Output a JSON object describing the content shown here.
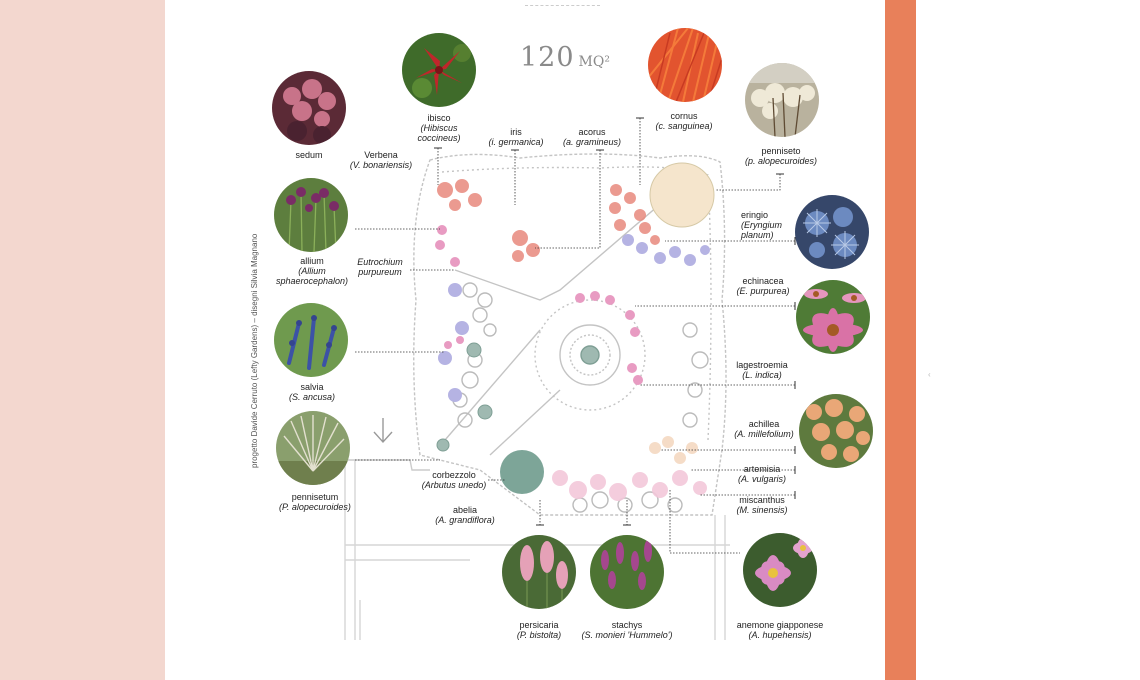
{
  "title": {
    "number": "120",
    "unit": "MQ²"
  },
  "credit": "progetto Davide Cerruto (Lefty Gardens) – disegni Silvia Magnano",
  "colors": {
    "left_strip": "#f3d7cf",
    "right_strip": "#e8805a",
    "plan_gray": "#b5b5b5",
    "pink": "#e89bc2",
    "lavender": "#b5b3e3",
    "sage": "#6f9b8d",
    "coral": "#e8897d"
  },
  "plants": [
    {
      "id": "sedum",
      "name": "sedum",
      "latin": ""
    },
    {
      "id": "ibisco",
      "name": "ibisco",
      "latin": "(Hibiscus coccineus)"
    },
    {
      "id": "cornus",
      "name": "cornus",
      "latin": "(c. sanguinea)"
    },
    {
      "id": "penniseto",
      "name": "penniseto",
      "latin": "(p. alopecuroides)"
    },
    {
      "id": "verbena",
      "name": "Verbena",
      "latin": "(V. bonariensis)"
    },
    {
      "id": "iris",
      "name": "iris",
      "latin": "(i. germanica)"
    },
    {
      "id": "acorus",
      "name": "acorus",
      "latin": "(a. gramineus)"
    },
    {
      "id": "allium",
      "name": "allium",
      "latin": "(Allium sphaerocephalon)"
    },
    {
      "id": "eutrochium",
      "name": "Eutrochium",
      "latin": "purpureum"
    },
    {
      "id": "eringio",
      "name": "eringio",
      "latin": "(Eryngium planum)"
    },
    {
      "id": "echinacea",
      "name": "echinacea",
      "latin": "(E. purpurea)"
    },
    {
      "id": "salvia",
      "name": "salvia",
      "latin": "(S. ancusa)"
    },
    {
      "id": "lagestroemia",
      "name": "lagestroemia",
      "latin": "(L. indica)"
    },
    {
      "id": "achillea",
      "name": "achillea",
      "latin": "(A. millefolium)"
    },
    {
      "id": "pennisetum",
      "name": "pennisetum",
      "latin": "(P. alopecuroides)"
    },
    {
      "id": "corbezzolo",
      "name": "corbezzolo",
      "latin": "(Arbutus unedo)"
    },
    {
      "id": "artemisia",
      "name": "artemisia",
      "latin": "(A. vulgaris)"
    },
    {
      "id": "miscanthus",
      "name": "miscanthus",
      "latin": "(M. sinensis)"
    },
    {
      "id": "abelia",
      "name": "abelia",
      "latin": "(A. grandiflora)"
    },
    {
      "id": "persicaria",
      "name": "persicaria",
      "latin": "(P. bistolta)"
    },
    {
      "id": "stachys",
      "name": "stachys",
      "latin": "(S. monieri 'Hummelo')"
    },
    {
      "id": "anemone",
      "name": "anemone giapponese",
      "latin": "(A. hupehensis)"
    }
  ]
}
